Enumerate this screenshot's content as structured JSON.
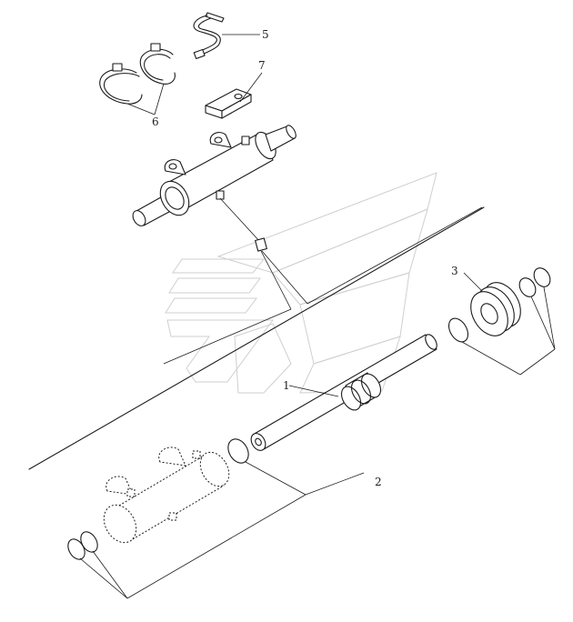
{
  "callouts": {
    "part_1": "1",
    "part_2": "2",
    "part_3": "3",
    "part_5": "5",
    "part_6": "6",
    "part_7": "7"
  },
  "colors": {
    "line": "#1a1a1a",
    "watermark": "#cfcfcf",
    "background": "#ffffff"
  }
}
